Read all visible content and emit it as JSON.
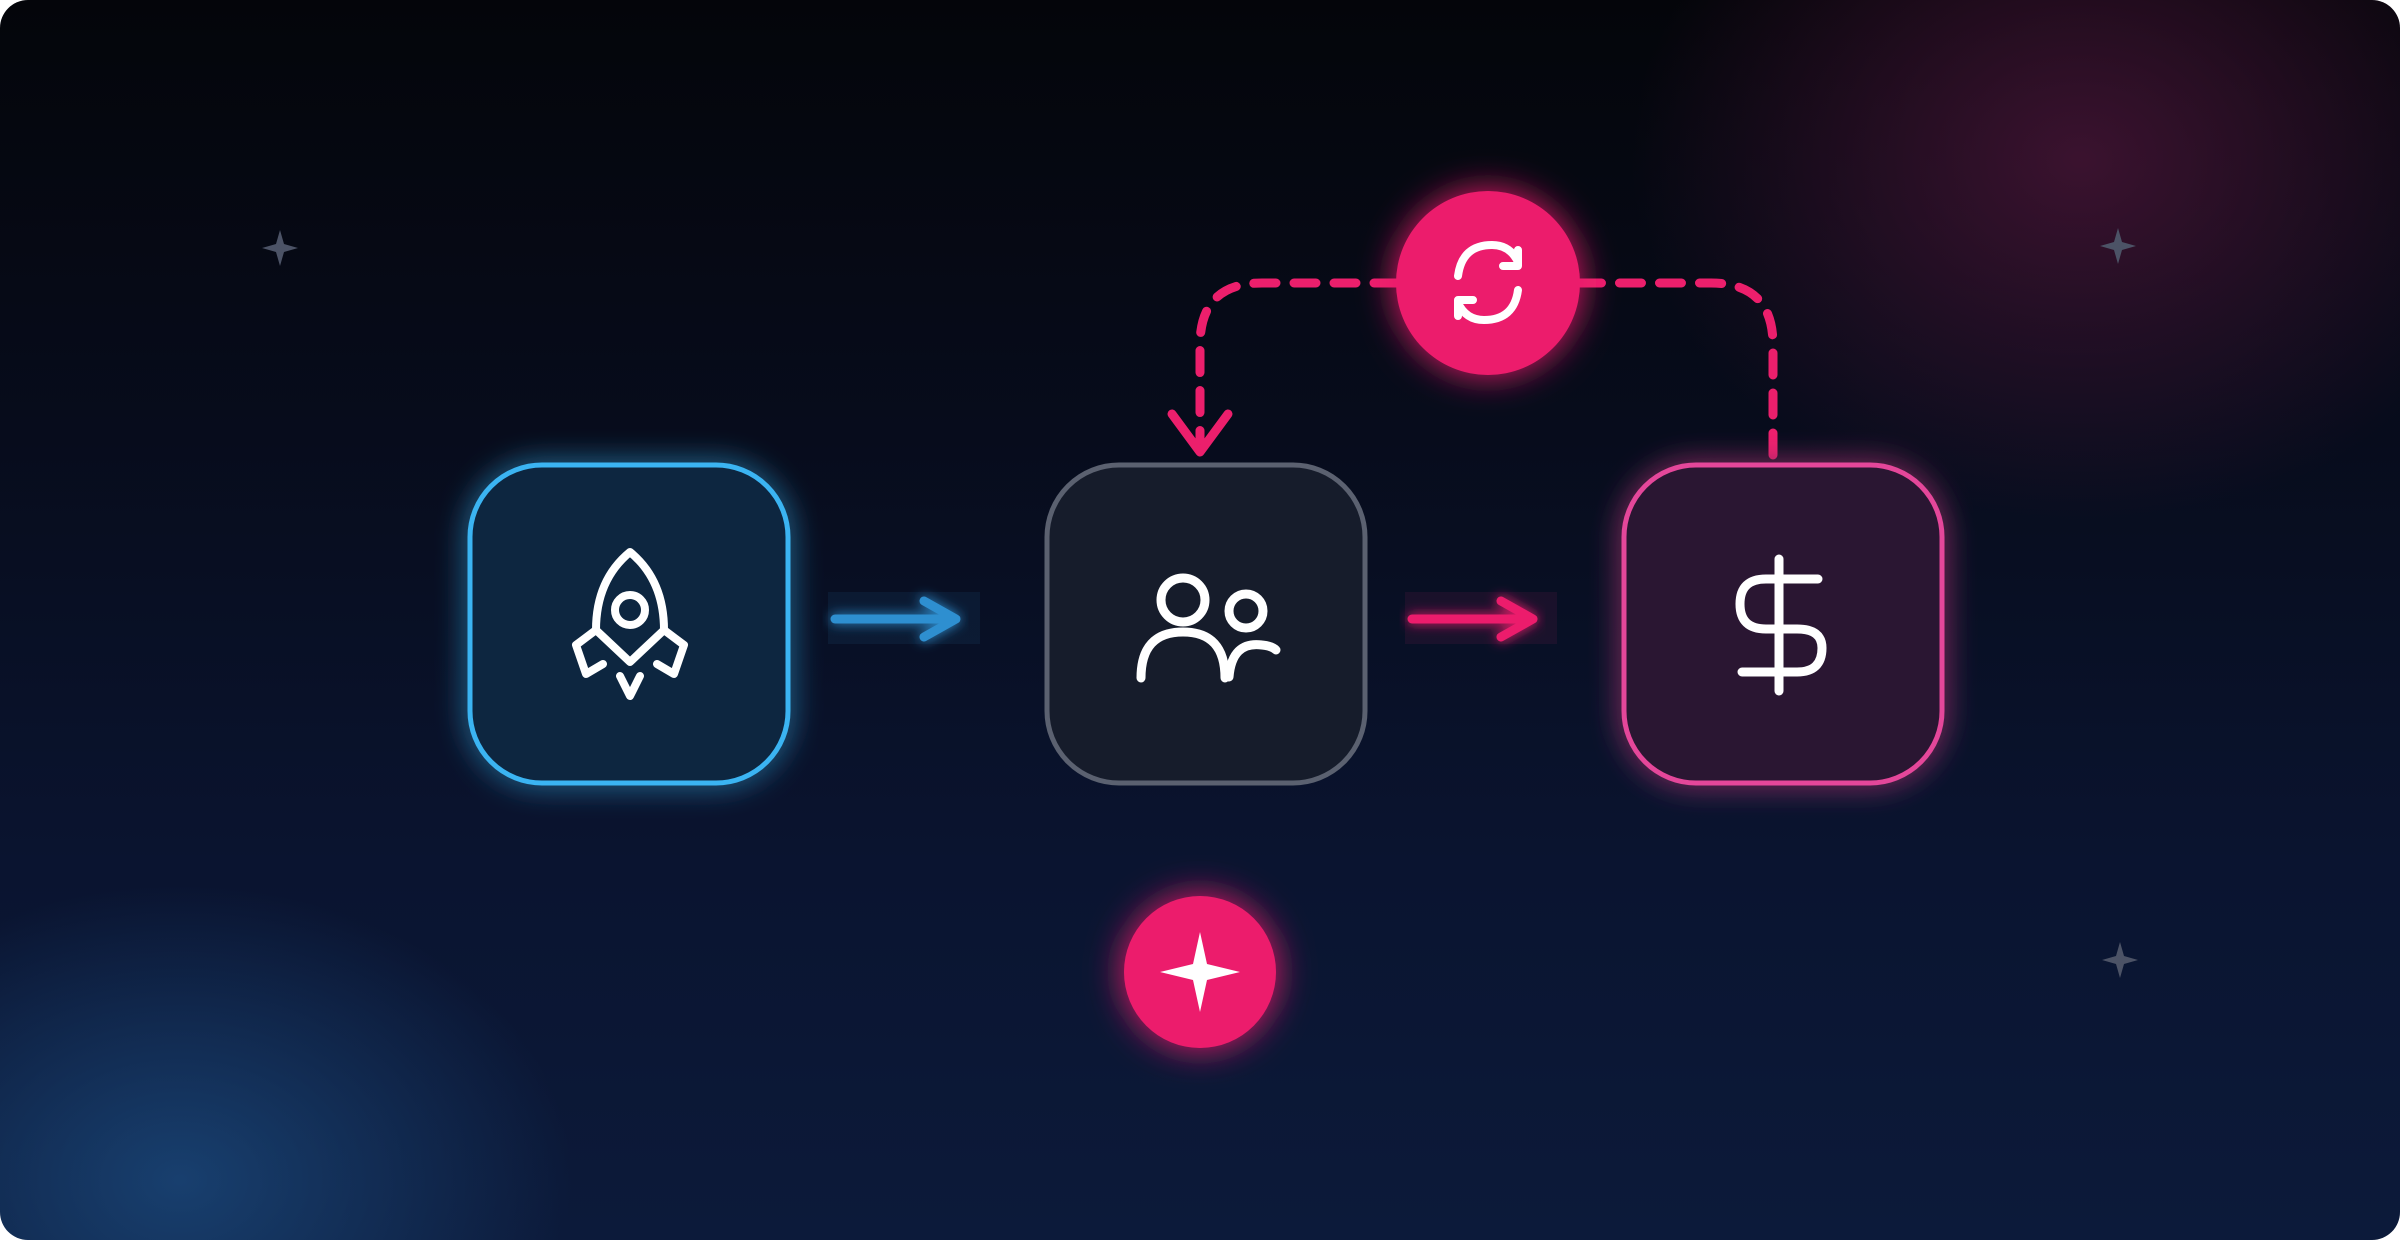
{
  "colors": {
    "background_top": "#04050a",
    "background_bottom": "#0c1a3a",
    "accent_blue": "#3ab4f2",
    "accent_pink": "#ec1f6c",
    "neutral_border": "#5b6170",
    "icon_stroke": "#ffffff",
    "sparkle_grey": "#4c5366"
  },
  "nodes": [
    {
      "id": "launch",
      "icon": "rocket-icon",
      "accent": "blue"
    },
    {
      "id": "users",
      "icon": "users-icon",
      "accent": "grey"
    },
    {
      "id": "revenue",
      "icon": "dollar-icon",
      "accent": "pink"
    }
  ],
  "badges": [
    {
      "id": "loop",
      "icon": "refresh-icon",
      "color": "#ec1f6c"
    },
    {
      "id": "highlight",
      "icon": "sparkle-icon",
      "color": "#ec1f6c"
    }
  ],
  "connectors": [
    {
      "from": "launch",
      "to": "users",
      "style": "solid",
      "color": "#2f8fd0"
    },
    {
      "from": "users",
      "to": "revenue",
      "style": "solid",
      "color": "#ec1f6c"
    },
    {
      "from": "revenue",
      "to": "users",
      "style": "dashed",
      "color": "#ec1f6c",
      "via": "loop"
    }
  ],
  "decorations": [
    "sparkle-icon",
    "sparkle-icon",
    "sparkle-icon"
  ]
}
